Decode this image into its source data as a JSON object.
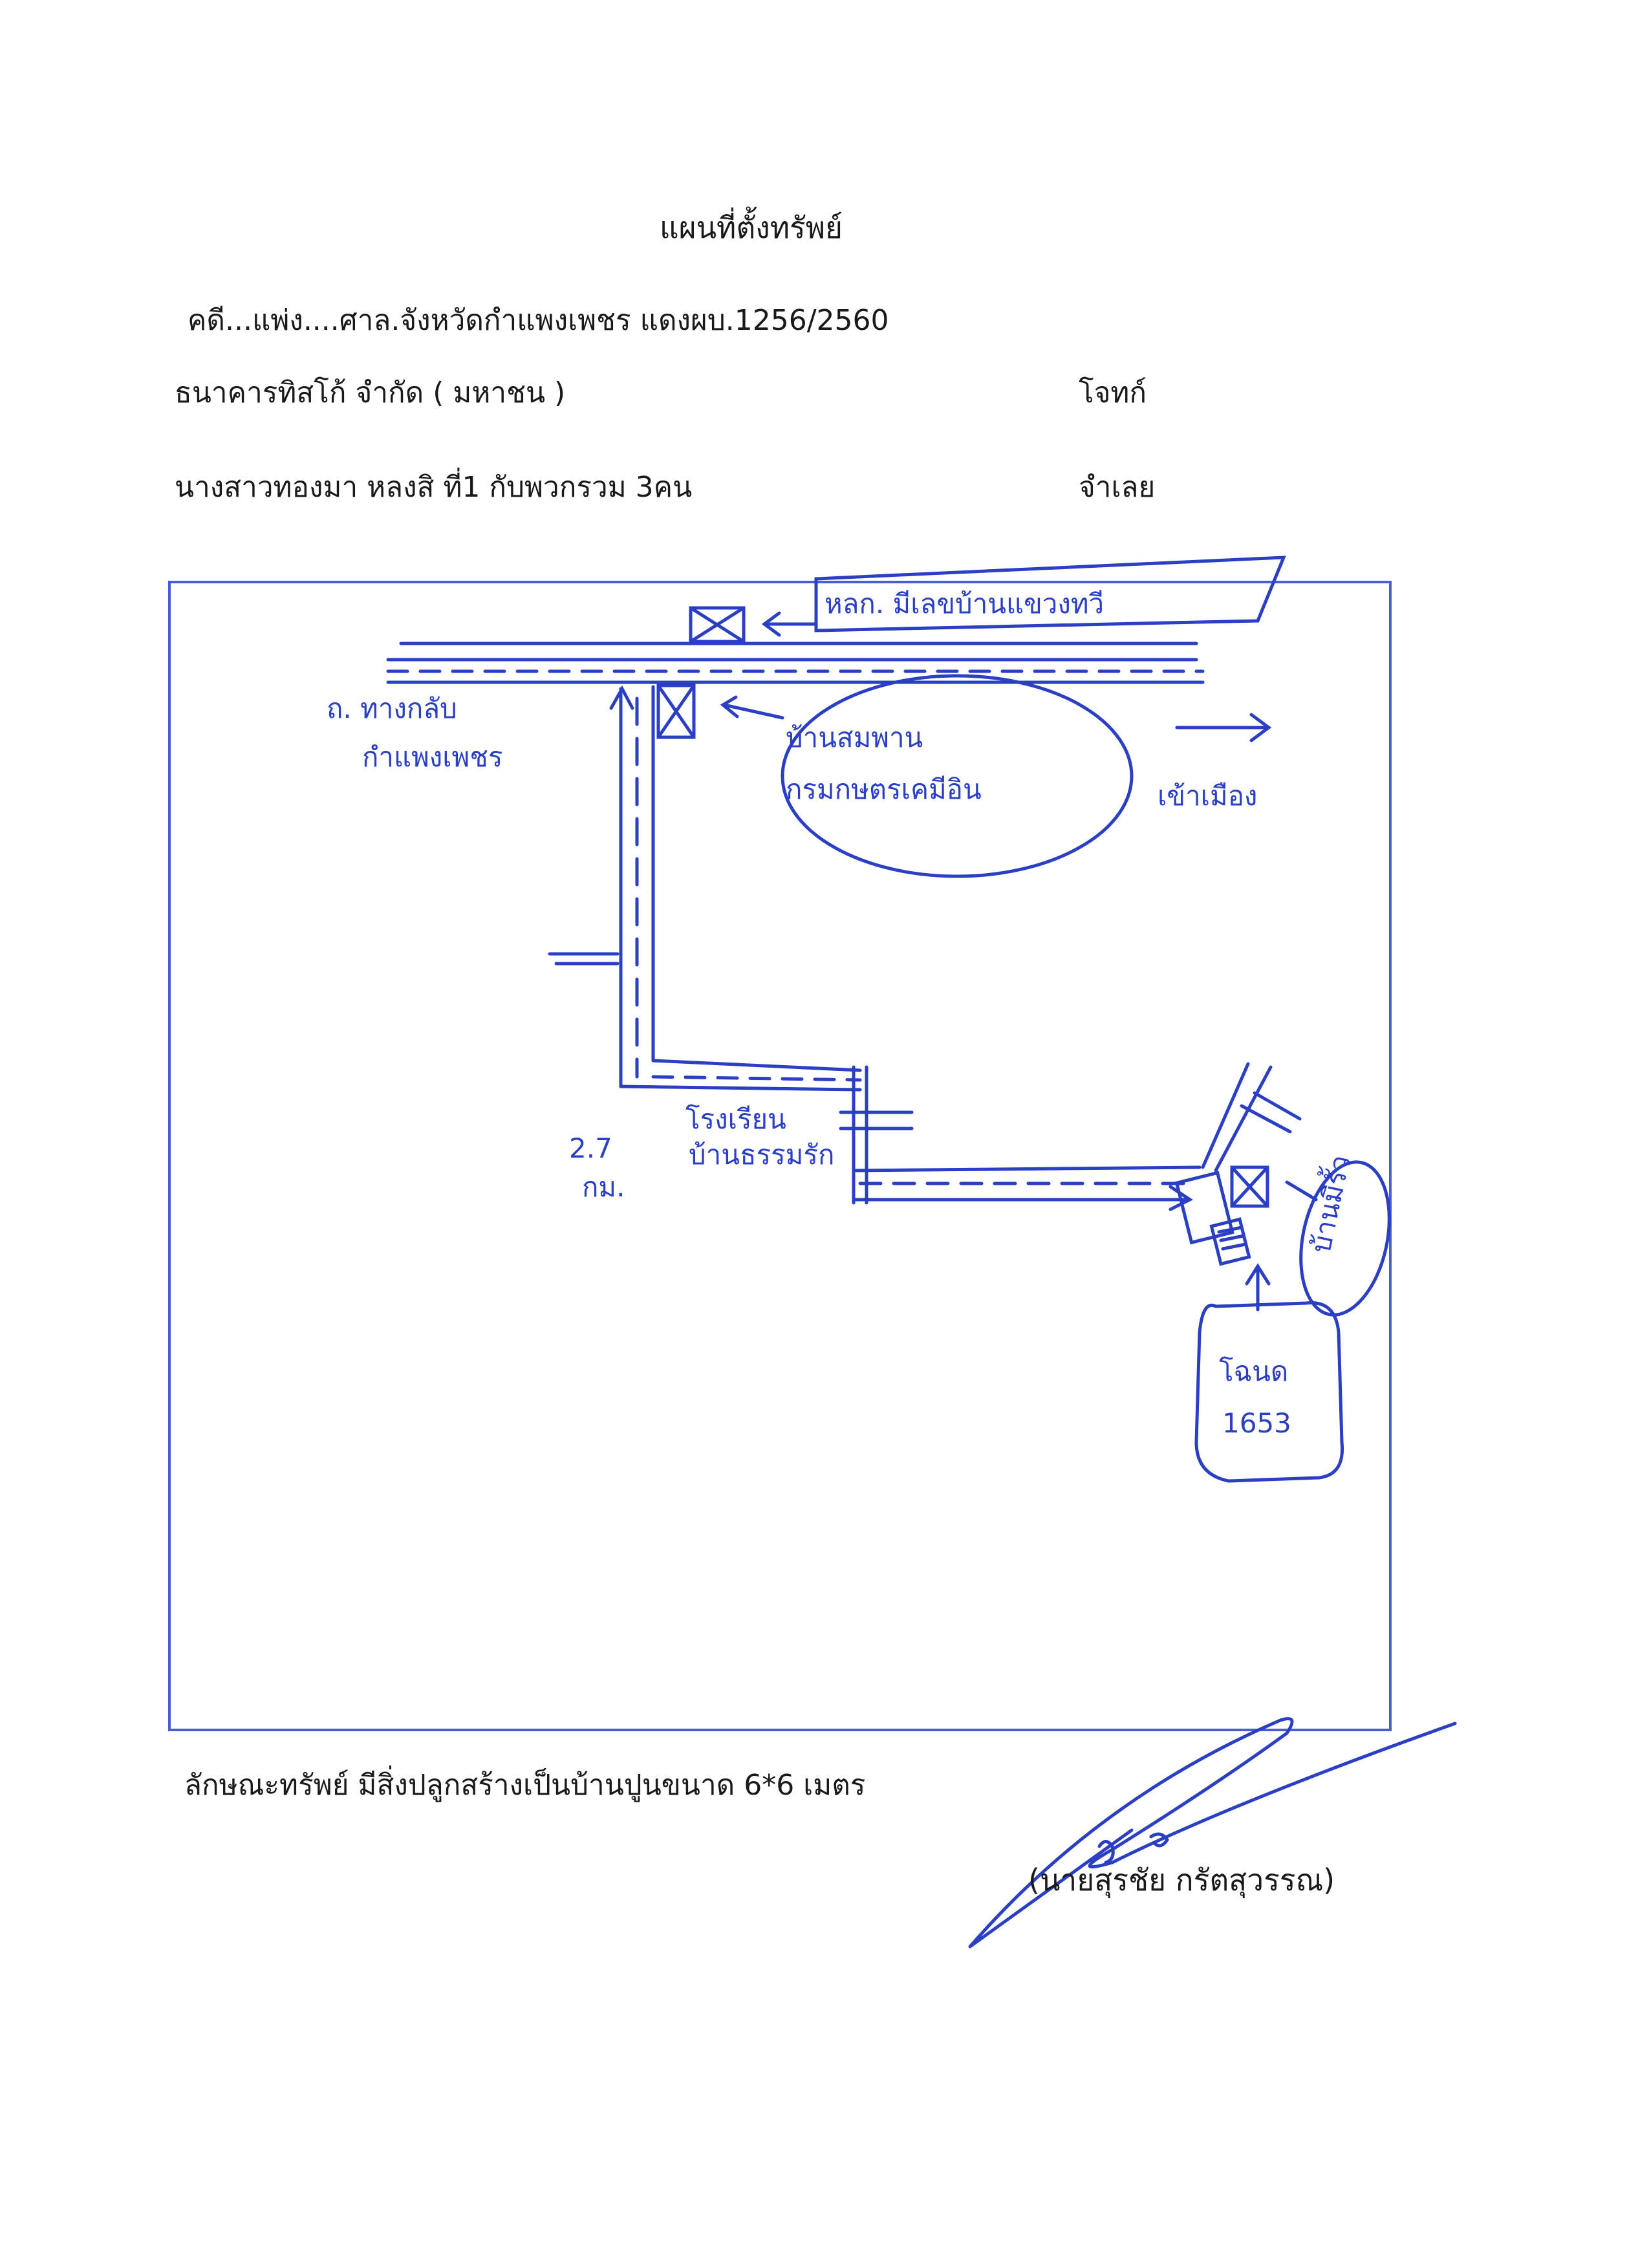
{
  "document": {
    "title": "แผนที่ตั้งทรัพย์",
    "case_line": "คดี...แพ่ง....ศาล.จังหวัดกำแพงเพชร แดงผบ.1256/2560",
    "plaintiff": {
      "name": "ธนาคารทิสโก้ จำกัด ( มหาชน )",
      "role": "โจทก์"
    },
    "defendant": {
      "name": "นางสาวทองมา หลงสิ ที่1 กับพวกรวม 3คน",
      "role": "จำเลย"
    },
    "property_description": "ลักษณะทรัพย์ มีสิ่งปลูกสร้างเป็นบ้านปูนขนาด 6*6 เมตร",
    "signer": "(นายสุรชัย กรัตสุวรรณ)"
  },
  "colors": {
    "ink": "#2a3fc4",
    "frame": "#4a5fcf",
    "text": "#1a1a1a"
  }
}
